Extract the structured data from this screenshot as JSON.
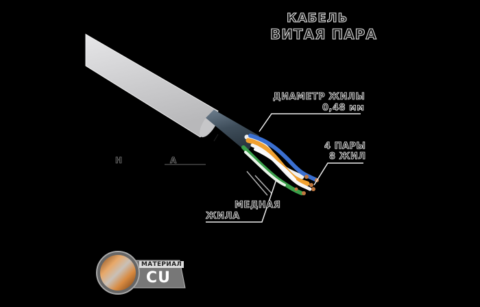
{
  "header": {
    "title_line1": "КАБЕЛЬ",
    "title_line2": "ВИТАЯ ПАРА"
  },
  "labels": {
    "diameter_title": "ДИАМЕТР ЖИЛЫ",
    "diameter_value": "0,48 мм",
    "pairs_line1": "4 ПАРЫ",
    "pairs_line2": "8 ЖИЛ",
    "core_line1": "МЕДНАЯ",
    "core_line2": "ЖИЛА",
    "left_faint_1": "Н",
    "left_faint_2": "А"
  },
  "badge": {
    "material_label": "МАТЕРИАЛ",
    "material_value": "CU"
  },
  "colors": {
    "background": "#000000",
    "jacket": "#d4d4d6",
    "shield": "#4a5a68",
    "pair_orange": "#f0a030",
    "pair_blue": "#3a6fd0",
    "pair_green": "#3aa04a",
    "copper": "#c07840",
    "badge_gray": "#777777"
  }
}
